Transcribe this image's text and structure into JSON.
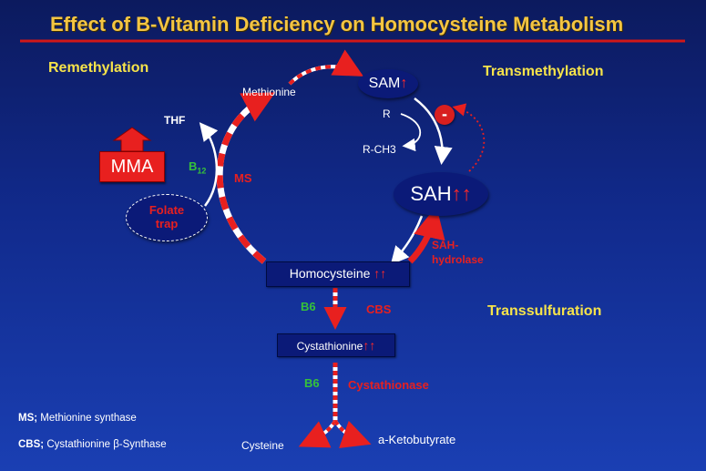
{
  "title": "Effect of B-Vitamin Deficiency on Homocysteine Metabolism",
  "sections": {
    "remethylation": "Remethylation",
    "transmethylation": "Transmethylation",
    "transsulfuration": "Transsulfuration"
  },
  "nodes": {
    "methionine": "Methionine",
    "sam": "SAM",
    "sah": "SAH",
    "homocysteine": "Homocysteine",
    "cystathionine": "Cystathionine",
    "thf": "THF",
    "mma": "MMA",
    "folate_trap": "Folate trap",
    "r": "R",
    "r_ch3": "R-CH3",
    "cysteine": "Cysteine",
    "ketobutyrate": "a-Ketobutyrate"
  },
  "arrows": {
    "single": "↑",
    "double": "↑↑"
  },
  "enzymes": {
    "ms": "MS",
    "sah_hydrolase": "SAH-hydrolase",
    "cbs": "CBS",
    "cystathionase": "Cystathionase"
  },
  "cofactors": {
    "b12": "B",
    "b12_sub": "12",
    "b6_cbs": "B6",
    "b6_cystathionase": "B6"
  },
  "inhibition_sign": "-",
  "legend": {
    "ms_abbr": "MS;",
    "ms_full": " Methionine synthase",
    "cbs_abbr": "CBS;",
    "cbs_full": " Cystathionine β-Synthase"
  },
  "colors": {
    "title": "#f4c542",
    "section_heading": "#f6e34a",
    "deficiency_red": "#e8201f",
    "cofactor_green": "#36c23a",
    "node_fill": "#0b1a78"
  }
}
